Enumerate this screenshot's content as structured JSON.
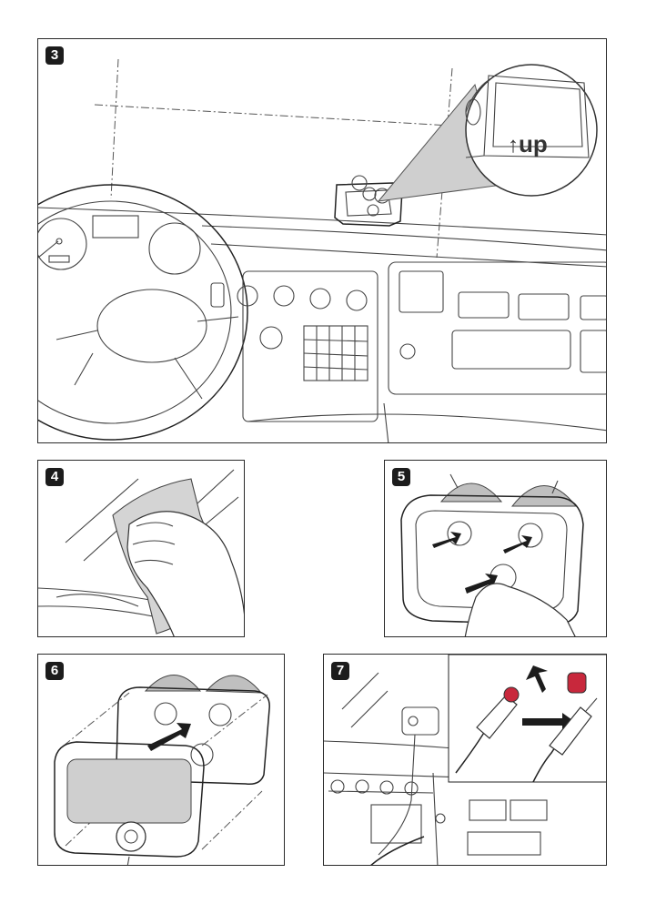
{
  "steps": [
    {
      "number": "3"
    },
    {
      "number": "4"
    },
    {
      "number": "5"
    },
    {
      "number": "6"
    },
    {
      "number": "7"
    }
  ],
  "callout": {
    "arrow_icon": "arrow-up-icon",
    "label": "up"
  },
  "colors": {
    "plug_tip": "#c8283c",
    "lens_fill": "#d9d9d9",
    "stroke": "#333333"
  }
}
